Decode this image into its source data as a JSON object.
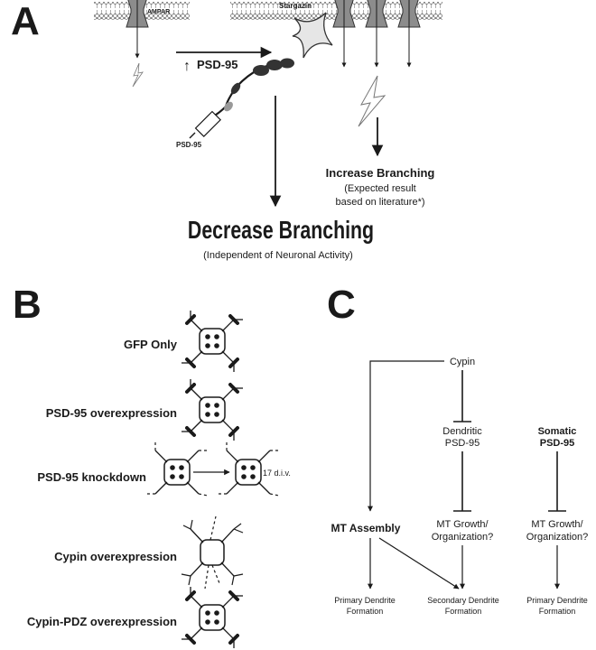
{
  "panels": {
    "a": {
      "letter": "A",
      "ampar_label": "AMPAR",
      "stargazin_label": "Stargazin",
      "psd95_up_arrow": "↑",
      "psd95_up_label": "PSD-95",
      "psd95_construct_label": "PSD-95",
      "increase_title": "Increase Branching",
      "increase_note_1": "(Expected result",
      "increase_note_2": "based on literature*)",
      "decrease_title": "Decrease Branching",
      "decrease_note": "(Independent of Neuronal Activity)"
    },
    "b": {
      "letter": "B",
      "rows": [
        {
          "label": "GFP Only"
        },
        {
          "label": "PSD-95 overexpression"
        },
        {
          "label": "PSD-95 knockdown",
          "annotation": "17 d.i.v."
        },
        {
          "label": "Cypin overexpression"
        },
        {
          "label": "Cypin-PDZ overexpression"
        }
      ]
    },
    "c": {
      "letter": "C",
      "cypin": "Cypin",
      "dendritic_1": "Dendritic",
      "dendritic_2": "PSD-95",
      "somatic_1": "Somatic",
      "somatic_2": "PSD-95",
      "mt_assembly": "MT Assembly",
      "mt_growth_a_1": "MT Growth/",
      "mt_growth_a_2": "Organization?",
      "mt_growth_b_1": "MT Growth/",
      "mt_growth_b_2": "Organization?",
      "primary_a_1": "Primary Dendrite",
      "primary_a_2": "Formation",
      "secondary_1": "Secondary Dendrite",
      "secondary_2": "Formation",
      "primary_b_1": "Primary Dendrite",
      "primary_b_2": "Formation"
    }
  }
}
